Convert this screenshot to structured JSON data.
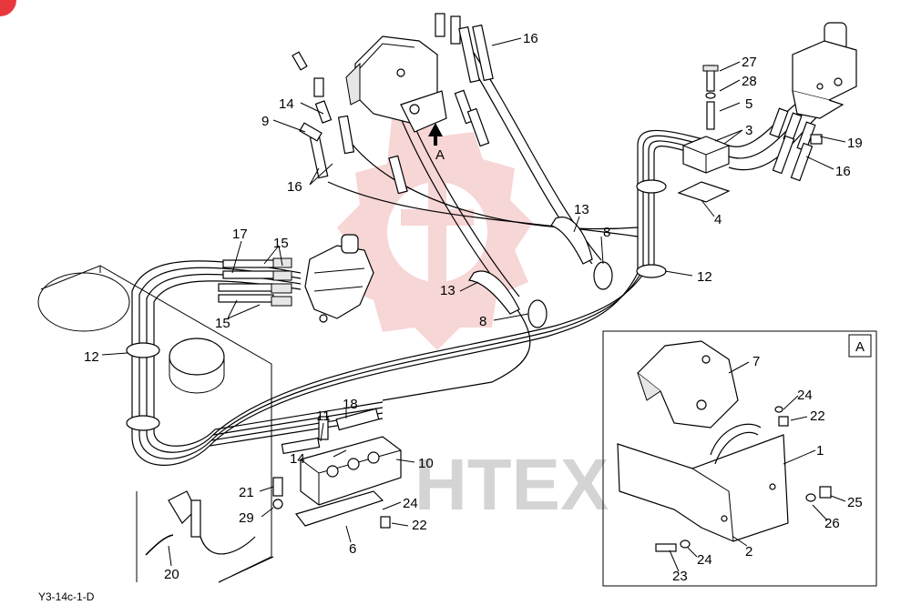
{
  "diagram": {
    "code": "Y3-14c-1-D",
    "watermark": "HTEX",
    "detail_tag": "A",
    "view_arrow_label": "A",
    "callouts": [
      "16",
      "27",
      "28",
      "5",
      "3",
      "19",
      "16",
      "4",
      "14",
      "9",
      "16",
      "13",
      "8",
      "12",
      "17",
      "15",
      "15",
      "13",
      "8",
      "12",
      "7",
      "24",
      "22",
      "1",
      "11",
      "18",
      "14",
      "10",
      "21",
      "29",
      "24",
      "22",
      "6",
      "20",
      "25",
      "26",
      "24",
      "2",
      "23"
    ]
  },
  "colors": {
    "watermark_red": "#f2b6b6",
    "ink": "#000000",
    "badge": "#e8383d"
  }
}
